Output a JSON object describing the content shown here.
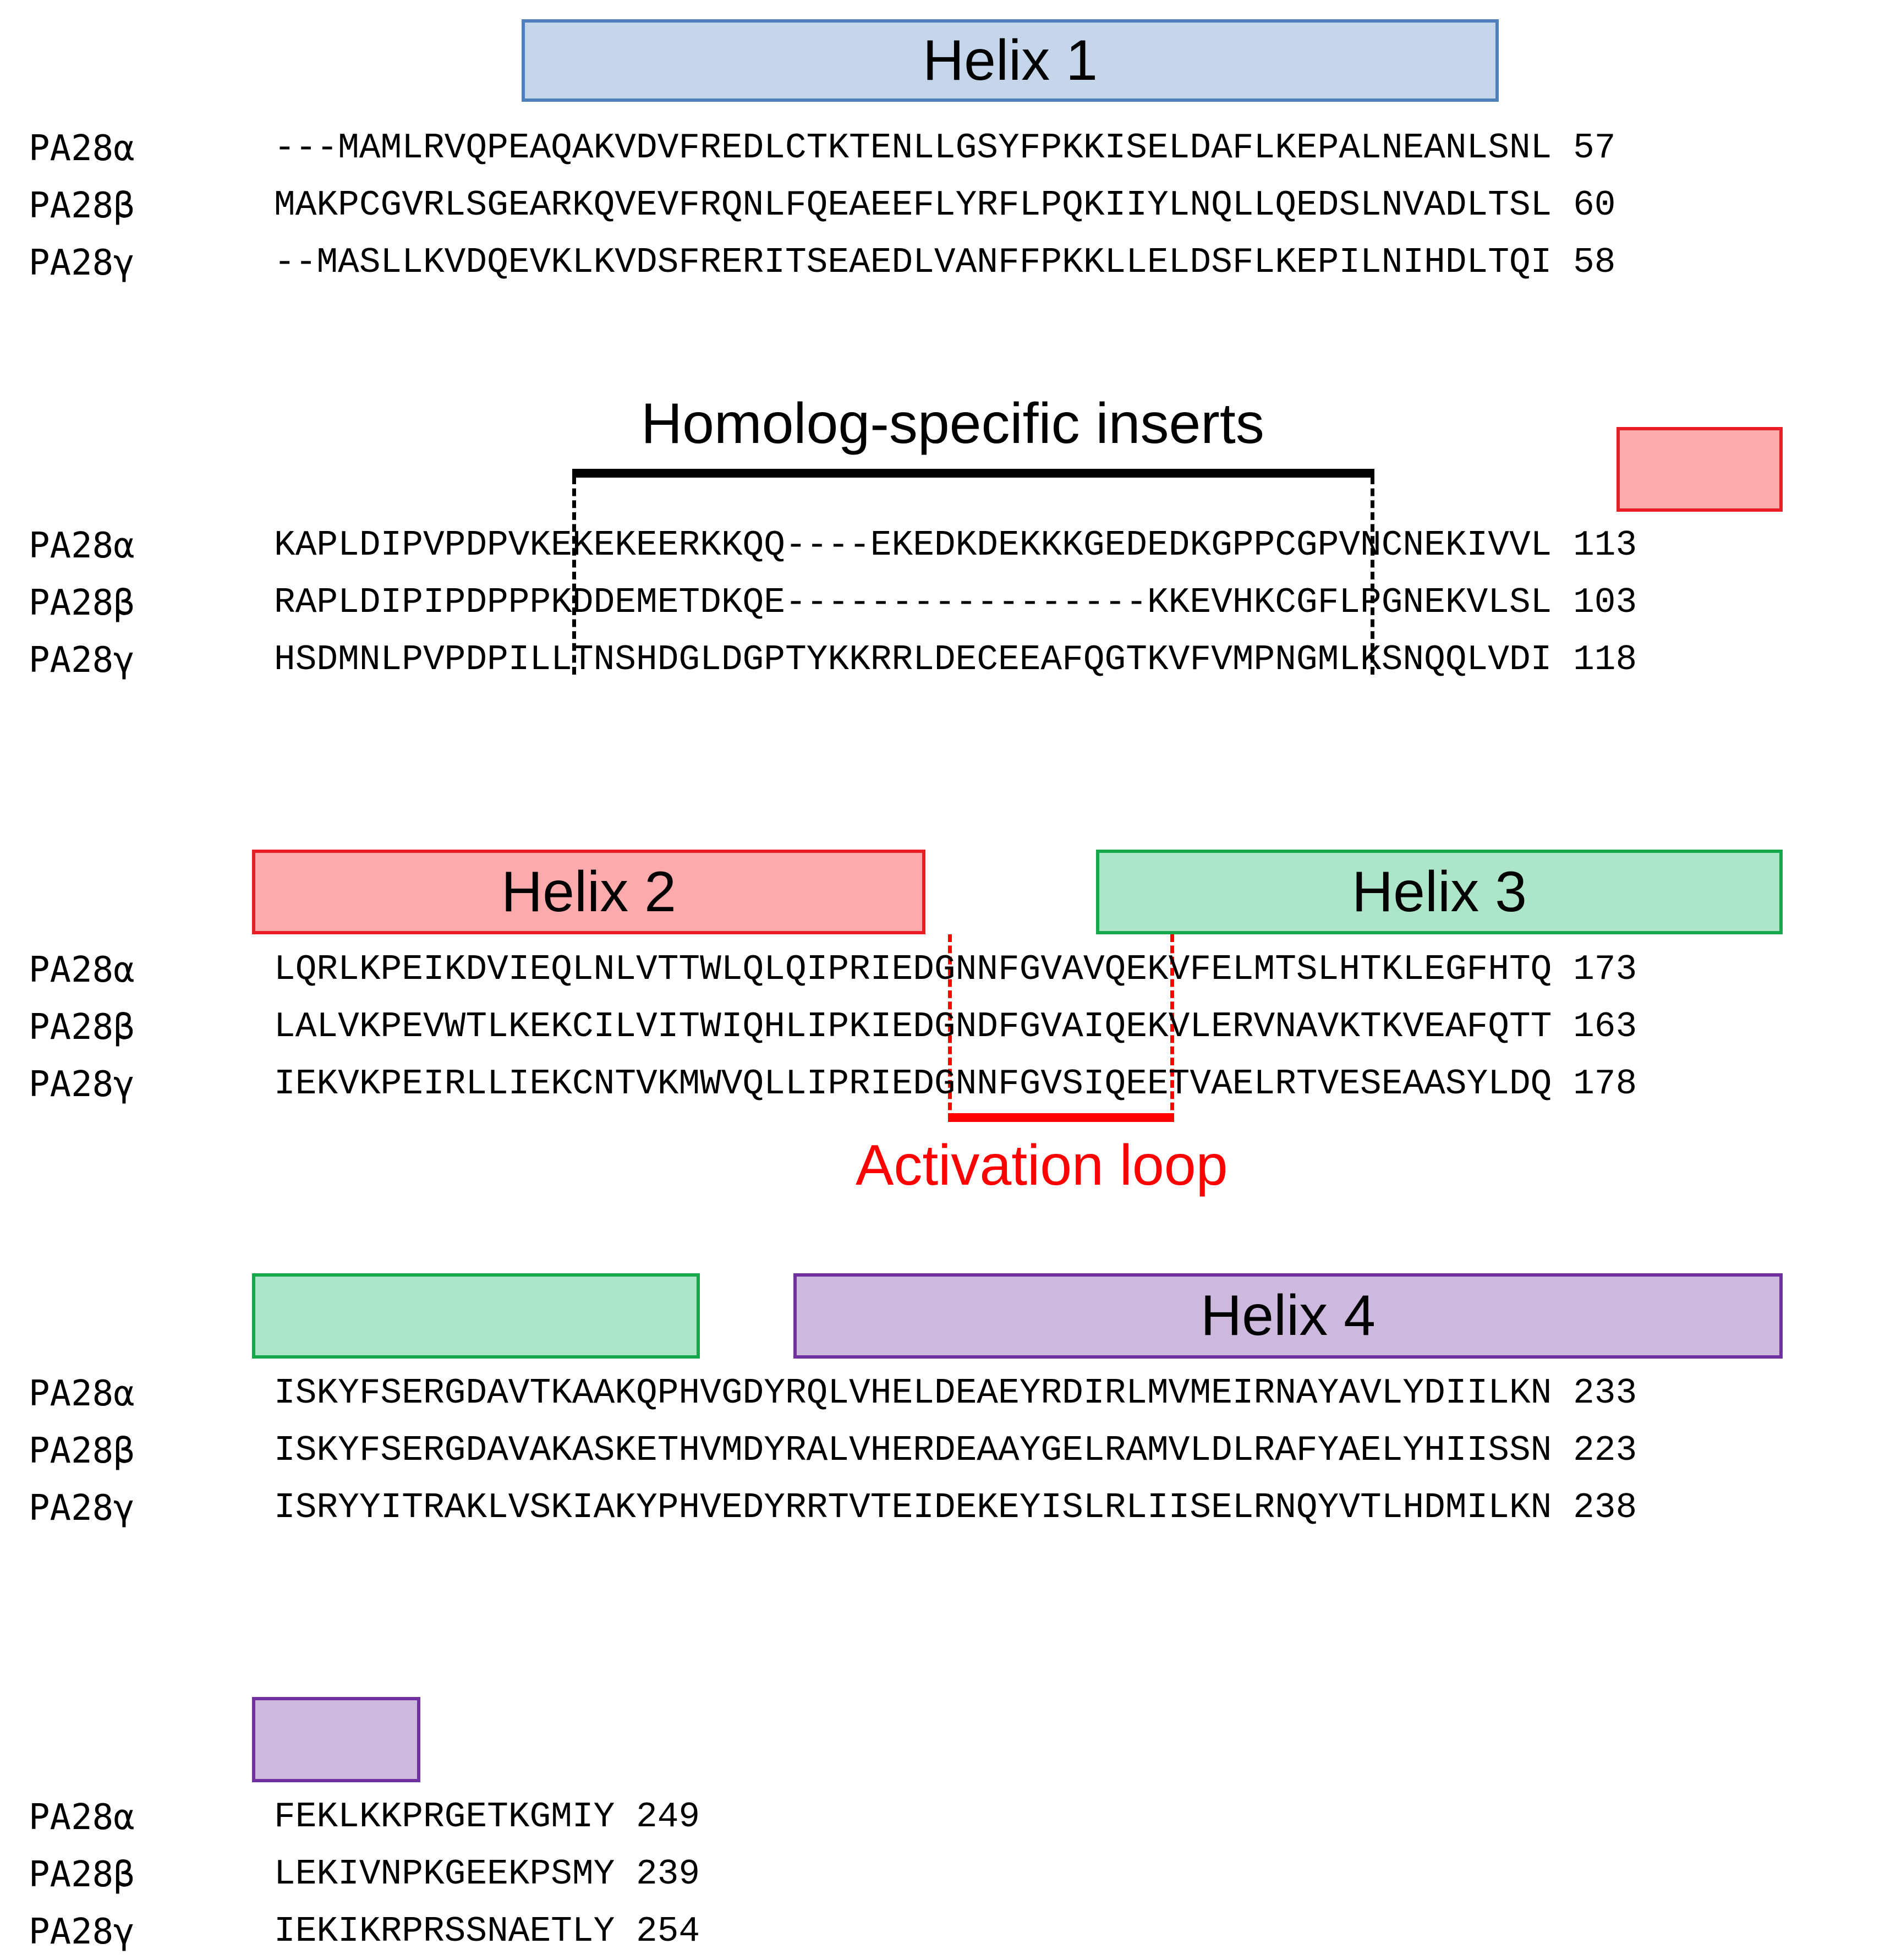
{
  "annotations": {
    "helix1": "Helix 1",
    "helix2": "Helix 2",
    "helix3": "Helix 3",
    "helix4": "Helix 4",
    "inserts": "Homolog-specific inserts",
    "activation_loop": "Activation loop"
  },
  "colors": {
    "helix1": "#c5d5ea",
    "helix2": "#fcaaac",
    "helix3": "#ace5c8",
    "helix4": "#ceb9de",
    "activation_loop": "#ff0000"
  },
  "blocks": [
    {
      "rows": [
        {
          "name": "PA28α",
          "seq": "---MAMLRVQPEAQAKVDVFREDLCTKTENLLGSYFPKKISELDAFLKEPALNEANLSNL 57"
        },
        {
          "name": "PA28β",
          "seq": "MAKPCGVRLSGEARKQVEVFRQNLFQEAEEFLYRFLPQKIIYLNQLLQEDSLNVADLTSL 60"
        },
        {
          "name": "PA28γ",
          "seq": "--MASLLKVDQEVKLKVDSFRERITSEAEDLVANFFPKKLLELDSFLKEPILNIHDLTQI 58"
        }
      ]
    },
    {
      "rows": [
        {
          "name": "PA28α",
          "seq": "KAPLDIPVPDPVKEKEKEERKKQQ----EKEDKDEKKKGEDEDKGPPCGPVNCNEKIVVL 113"
        },
        {
          "name": "PA28β",
          "seq": "RAPLDIPIPDPPPKDDEMETDKQE-----------------KKEVHKCGFLPGNEKVLSL 103"
        },
        {
          "name": "PA28γ",
          "seq": "HSDMNLPVPDPILLTNSHDGLDGPTYKKRRLDECEEAFQGTKVFVMPNGMLKSNQQLVDI 118"
        }
      ]
    },
    {
      "rows": [
        {
          "name": "PA28α",
          "seq": "LQRLKPEIKDVIEQLNLVTTWLQLQIPRIEDGNNFGVAVQEKVFELMTSLHTKLEGFHTQ 173"
        },
        {
          "name": "PA28β",
          "seq": "LALVKPEVWTLKEKCILVITWIQHLIPKIEDGNDFGVAIQEKVLERVNAVKTKVEAFQTT 163"
        },
        {
          "name": "PA28γ",
          "seq": "IEKVKPEIRLLIEKCNTVKMWVQLLIPRIEDGNNFGVSIQEETVAELRTVESEAASYLDQ 178"
        }
      ]
    },
    {
      "rows": [
        {
          "name": "PA28α",
          "seq": "ISKYFSERGDAVTKAAKQPHVGDYRQLVHELDEAEYRDIRLMVMEIRNAYAVLYDIILKN 233"
        },
        {
          "name": "PA28β",
          "seq": "ISKYFSERGDAVAKASKETHVMDYRALVHERDEAAYGELRAMVLDLRAFYAELYHIISSN 223"
        },
        {
          "name": "PA28γ",
          "seq": "ISRYYITRAKLVSKIAKYPHVEDYRRTVTEIDEKEYISLRLIISELRNQYVTLHDMILKN 238"
        }
      ]
    },
    {
      "rows": [
        {
          "name": "PA28α",
          "seq": "FEKLKKPRGETKGMIY 249"
        },
        {
          "name": "PA28β",
          "seq": "LEKIVNPKGEEKPSMY 239"
        },
        {
          "name": "PA28γ",
          "seq": "IEKIKRPRSSNAETLY 254"
        }
      ]
    }
  ]
}
